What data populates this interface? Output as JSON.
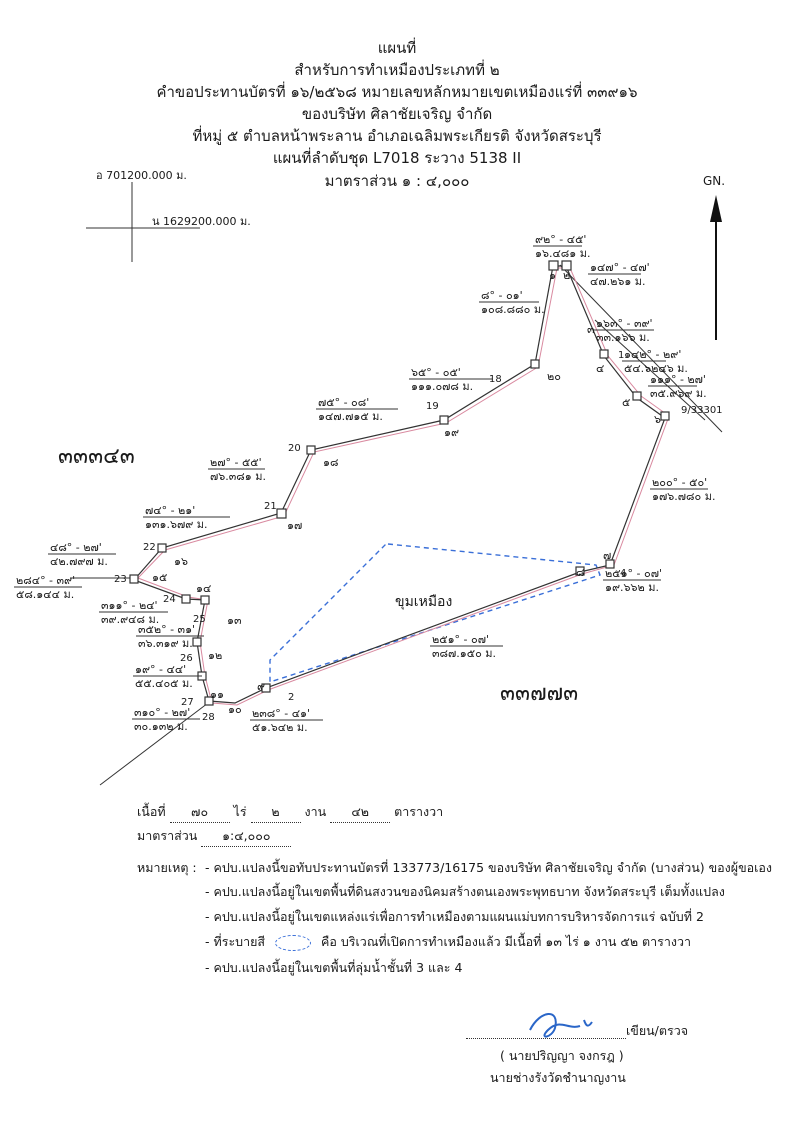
{
  "title": {
    "line1": "แผนที่",
    "line2": "สำหรับการทำเหมืองประเภทที่ ๒",
    "line3": "คำขอประทานบัตรที่ ๑๖/๒๕๖๘ หมายเลขหลักหมายเขตเหมืองแร่ที่ ๓๓๙๑๖",
    "line4": "ของบริษัท ศิลาชัยเจริญ จำกัด",
    "line5": "ที่หมู่ ๕ ตำบลหน้าพระลาน อำเภอเฉลิมพระเกียรติ จังหวัดสระบุรี",
    "line6": "แผนที่ลำดับชุด L7018 ระวาง 5138 II",
    "line7": "มาตราส่วน ๑ : ๔,๐๐๐"
  },
  "grid": {
    "easting": "อ 701200.000 ม.",
    "northing": "น 1629200.000 ม."
  },
  "north_arrow": "GN.",
  "parcels": {
    "west": "๓๓๓๔๓",
    "southeast": "๓๓๗๗๓",
    "mine_area": "ขุมเหมือง"
  },
  "bearings": [
    {
      "bearing": "๙๒° - ๔๕'",
      "distance": "๑๖.๔๘๑ ม."
    },
    {
      "bearing": "๑๔๗° - ๔๗'",
      "distance": "๔๗.๒๖๑ ม."
    },
    {
      "bearing": "๑๖๓° - ๓๙'",
      "distance": "๓๓.๑๖๖ ม."
    },
    {
      "bearing": "๑๔๒° - ๒๙'",
      "distance": "๕๔.๖๒๔๖ ม."
    },
    {
      "bearing": "๑๑๑° - ๒๗'",
      "distance": "๓๕.๙๖๙ ม."
    },
    {
      "bearing": "๒๐๐° - ๕๐'",
      "distance": "๑๗๖.๗๘๐ ม."
    },
    {
      "bearing": "๒๕๑° - ๐๗'",
      "distance": "๑๙.๖๖๒ ม."
    },
    {
      "bearing": "๒๕๑° - ๐๗'",
      "distance": "๓๘๗.๑๕๐ ม."
    },
    {
      "bearing": "๒๓๘° - ๔๑'",
      "distance": "๕๑.๖๔๒ ม."
    },
    {
      "bearing": "๓๑๐° - ๒๗'",
      "distance": "๓๐.๑๓๒ ม."
    },
    {
      "bearing": "๑๙° - ๔๔'",
      "distance": "๕๕.๔๐๕ ม."
    },
    {
      "bearing": "๓๕๒° - ๓๑'",
      "distance": "๓๖.๓๑๙ ม."
    },
    {
      "bearing": "๓๑๑° - ๒๔'",
      "distance": "๓๙.๙๔๘ ม."
    },
    {
      "bearing": "๒๘๔° - ๓๙'",
      "distance": "๕๘.๑๔๔ ม."
    },
    {
      "bearing": "๔๘° - ๒๗'",
      "distance": "๔๒.๗๙๗ ม."
    },
    {
      "bearing": "๗๔° - ๒๑'",
      "distance": "๑๓๑.๖๗๙ ม."
    },
    {
      "bearing": "๒๗° - ๕๕'",
      "distance": "๗๖.๓๘๑ ม."
    },
    {
      "bearing": "๗๕° - ๐๘'",
      "distance": "๑๔๗.๗๑๕ ม."
    },
    {
      "bearing": "๖๕° - ๐๕'",
      "distance": "๑๑๑.๐๗๘ ม."
    },
    {
      "bearing": "๘° - ๐๑'",
      "distance": "๑๐๘.๘๘๐ ม."
    }
  ],
  "points": {
    "thai": [
      "๑",
      "๒",
      "๓",
      "๔",
      "๕",
      "๖",
      "๗",
      "๘",
      "๙",
      "๑๐",
      "๑๑",
      "๑๒",
      "๑๓",
      "๑๔",
      "๑๕",
      "๑๖",
      "๑๗",
      "๑๘",
      "๑๙",
      "๒๐"
    ],
    "arabic": [
      "1",
      "2",
      "4",
      "9/33301",
      "18",
      "19",
      "20",
      "21",
      "22",
      "23",
      "24",
      "25",
      "26",
      "27",
      "28"
    ]
  },
  "area": {
    "label": "เนื้อที่",
    "rai_value": "๗๐",
    "rai": "ไร่",
    "ngan_value": "๒",
    "ngan": "งาน",
    "wa_value": "๔๒",
    "wa": "ตารางวา",
    "scale_label": "มาตราส่วน",
    "scale_value": "๑:๔,๐๐๐"
  },
  "remarks": {
    "label": "หมายเหตุ :",
    "items": [
      "- คปบ.แปลงนี้ขอทับประทานบัตรที่ 133773/16175 ของบริษัท ศิลาชัยเจริญ จำกัด (บางส่วน) ของผู้ขอเอง",
      "- คปบ.แปลงนี้อยู่ในเขตพื้นที่ดินสงวนของนิคมสร้างตนเองพระพุทธบาท จังหวัดสระบุรี เต็มทั้งแปลง",
      "- คปบ.แปลงนี้อยู่ในเขตแหล่งแร่เพื่อการทำเหมืองตามแผนแม่บทการบริหารจัดการแร่ ฉบับที่ 2",
      "คือ บริเวณที่เปิดการทำเหมืองแล้ว มีเนื้อที่ ๑๓ ไร่ ๑ งาน ๕๒ ตารางวา",
      "- คปบ.แปลงนี้อยู่ในเขตพื้นที่ลุ่มน้ำชั้นที่  3 และ 4"
    ],
    "shade_prefix": "- ที่ระบายสี"
  },
  "signature": {
    "role": "เขียน/ตรวจ",
    "name": "( นายปริญญา จงกรฎ )",
    "position": "นายช่างรังวัดชำนาญงาน"
  },
  "colors": {
    "line": "#333333",
    "pink": "#d98aa0",
    "mine": "#3a6fd8",
    "sign": "#2a66c8"
  }
}
